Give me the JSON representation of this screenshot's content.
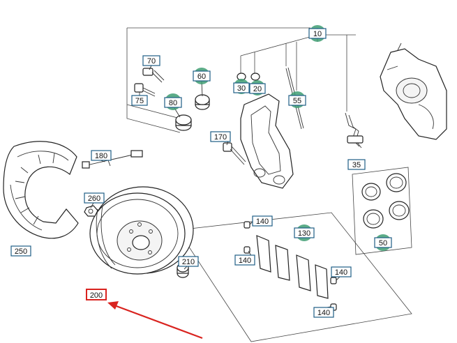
{
  "labels": {
    "l10": "10",
    "l20": "20",
    "l30": "30",
    "l35": "35",
    "l50": "50",
    "l55": "55",
    "l60": "60",
    "l70": "70",
    "l75": "75",
    "l80": "80",
    "l130": "130",
    "l140a": "140",
    "l140b": "140",
    "l140c": "140",
    "l140d": "140",
    "l170": "170",
    "l180": "180",
    "l200": "200",
    "l210": "210",
    "l250": "250",
    "l260": "260"
  },
  "highlight": {
    "label": "200",
    "color": "#d9231f"
  },
  "colors": {
    "label_border": "#1f5e86",
    "highlight_circle": "#3f9e73",
    "arrow": "#d9231f"
  }
}
